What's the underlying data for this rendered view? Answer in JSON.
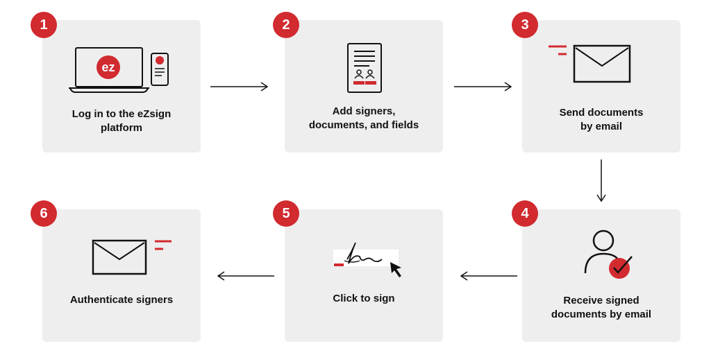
{
  "steps": [
    {
      "number": "1",
      "label_lines": [
        "Log in to the eZsign",
        "platform"
      ],
      "icon": "laptop-phone-icon",
      "logo_text": "ez"
    },
    {
      "number": "2",
      "label_lines": [
        "Add signers,",
        "documents, and fields"
      ],
      "icon": "document-signers-icon"
    },
    {
      "number": "3",
      "label_lines": [
        "Send documents",
        "by email"
      ],
      "icon": "envelope-sending-icon"
    },
    {
      "number": "4",
      "label_lines": [
        "Receive signed",
        "documents by email"
      ],
      "icon": "user-check-icon"
    },
    {
      "number": "5",
      "label_lines": [
        "Click to sign"
      ],
      "icon": "signature-cursor-icon"
    },
    {
      "number": "6",
      "label_lines": [
        "Authenticate signers"
      ],
      "icon": "envelope-icon"
    }
  ],
  "colors": {
    "accent": "#d12a2f",
    "card": "#eeeeee",
    "ink": "#111111"
  }
}
